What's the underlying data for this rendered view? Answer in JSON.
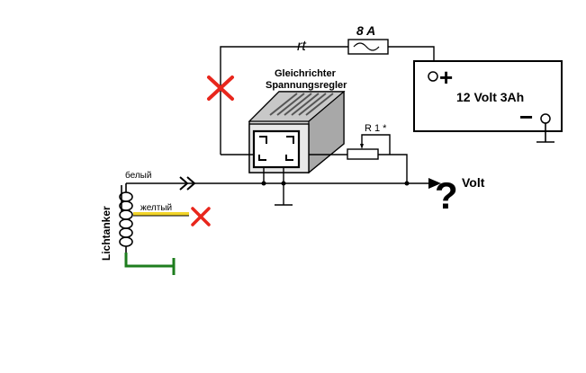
{
  "labels": {
    "wire_rt": "rt",
    "fuse_rating": "8 A",
    "battery": "12 Volt 3Ah",
    "battery_plus": "+",
    "battery_minus": "−",
    "regulator_line1": "Gleichrichter",
    "regulator_line2": "Spannungsregler",
    "resistor": "R 1 *",
    "output": "Volt",
    "question": "?",
    "wire_white": "белый",
    "wire_yellow": "желтый",
    "generator": "Lichtanker"
  },
  "colors": {
    "wire": "#000000",
    "cross": "#e8261c",
    "question": "#d5211c",
    "ground_wire": "#1e7d1e",
    "yellow_wire": "#f2d42a",
    "regulator_shade": "#bfbfbf"
  },
  "icons": {
    "fuse": "fuse-icon",
    "disconnect_mark": "cross-mark-icon",
    "ground": "ground-symbol-icon",
    "connector": "plug-arrow-icon"
  }
}
